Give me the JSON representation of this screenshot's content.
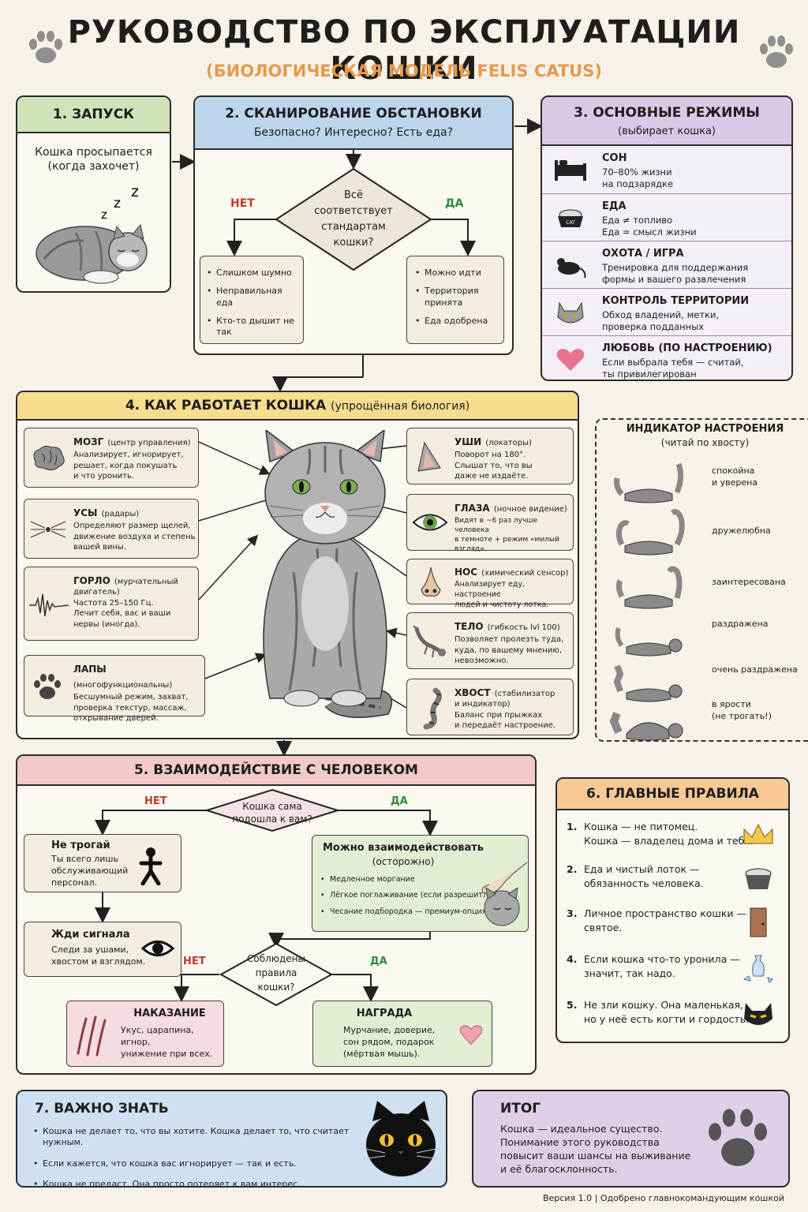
{
  "title": "РУКОВОДСТВО ПО ЭКСПЛУАТАЦИИ КОШКИ",
  "subtitle": "(БИОЛОГИЧЕСКАЯ МОДЕЛЬ FELIS CATUS)",
  "s1": {
    "title": "1. ЗАПУСК",
    "text1": "Кошка просыпается",
    "text2": "(когда захочет)",
    "z": "z"
  },
  "s2": {
    "title": "2. СКАНИРОВАНИЕ ОБСТАНОВКИ",
    "subtitle": "Безопасно? Интересно? Есть еда?",
    "decision": [
      "Всё",
      "соответствует",
      "стандартам",
      "кошки?"
    ],
    "no": "НЕТ",
    "yes": "ДА",
    "no_items": [
      "Слишком шумно",
      "Неправильная еда",
      "Кто-то дышит не так"
    ],
    "yes_items": [
      "Можно идти",
      "Территория принята",
      "Еда одобрена"
    ]
  },
  "s3": {
    "title": "3. ОСНОВНЫЕ РЕЖИМЫ",
    "subtitle": "(выбирает кошка)",
    "modes": [
      {
        "title": "СОН",
        "l1": "70–80% жизни",
        "l2": "на подзарядке",
        "icon": "bed-icon"
      },
      {
        "title": "ЕДА",
        "l1": "Еда ≠ топливо",
        "l2": "Еда = смысл жизни",
        "icon": "food-bowl-icon"
      },
      {
        "title": "ОХОТА / ИГРА",
        "l1": "Тренировка для поддержания",
        "l2": "формы и вашего развлечения",
        "icon": "mouse-icon"
      },
      {
        "title": "КОНТРОЛЬ ТЕРРИТОРИИ",
        "l1": "Обход владений, метки,",
        "l2": "проверка подданных",
        "icon": "cat-face-icon"
      },
      {
        "title": "ЛЮБОВЬ (ПО НАСТРОЕНИЮ)",
        "l1": "Если выбрала тебя — считай,",
        "l2": "ты привилегирован",
        "icon": "heart-icon"
      }
    ]
  },
  "s4": {
    "title": "4. КАК РАБОТАЕТ КОШКА",
    "title_note": "(упрощённая биология)",
    "left": [
      {
        "name": "МОЗГ",
        "note": "(центр управления)",
        "lines": [
          "Анализирует, игнорирует,",
          "решает, когда покушать",
          "и что уронить."
        ]
      },
      {
        "name": "УСЫ",
        "note": "(радары)",
        "lines": [
          "Определяют размер щелей,",
          "движение воздуха и степень",
          "вашей вины."
        ]
      },
      {
        "name": "ГОРЛО",
        "note": "(мурчательный",
        "note2": "двигатель)",
        "lines": [
          "Частота 25–150 Гц.",
          "Лечит себя, вас и ваши",
          "нервы (иногда)."
        ]
      },
      {
        "name": "ЛАПЫ",
        "note": "(многофункциональны)",
        "lines": [
          "Бесшумный режим, захват,",
          "проверка текстур, массаж,",
          "открывание дверей."
        ]
      }
    ],
    "right": [
      {
        "name": "УШИ",
        "note": "(локаторы)",
        "lines": [
          "Поворот на 180°.",
          "Слышат то, что вы",
          "даже не издаёте."
        ]
      },
      {
        "name": "ГЛАЗА",
        "note": "(ночное видение)",
        "lines": [
          "Видят в ~6 раз лучше человека",
          "в темноте + режим «милый",
          "взгляд»."
        ]
      },
      {
        "name": "НОС",
        "note": "(химический сенсор)",
        "lines": [
          "Анализирует еду, настроение",
          "людей и чистоту лотка."
        ]
      },
      {
        "name": "ТЕЛО",
        "note": "(гибкость lvl 100)",
        "lines": [
          "Позволяет пролезть туда,",
          "куда, по вашему мнению,",
          "невозможно."
        ]
      },
      {
        "name": "ХВОСТ",
        "note": "(стабилизатор",
        "note2": "и индикатор)",
        "lines": [
          "Баланс при прыжках",
          "и передаёт настроение."
        ]
      }
    ]
  },
  "mood": {
    "title": "ИНДИКАТОР НАСТРОЕНИЯ",
    "subtitle": "(читай по хвосту)",
    "states": [
      {
        "l1": "спокойна",
        "l2": "и уверена"
      },
      {
        "l1": "дружелюбна",
        "l2": ""
      },
      {
        "l1": "заинтересована",
        "l2": ""
      },
      {
        "l1": "раздражена",
        "l2": ""
      },
      {
        "l1": "очень раздражена",
        "l2": ""
      },
      {
        "l1": "в ярости",
        "l2": "(не трогать!)"
      }
    ]
  },
  "s5": {
    "title": "5. ВЗАИМОДЕЙСТВИЕ С ЧЕЛОВЕКОМ",
    "q1": [
      "Кошка сама",
      "подошла к вам?"
    ],
    "no": "НЕТ",
    "yes": "ДА",
    "dont_touch": {
      "title": "Не трогай",
      "lines": [
        "Ты всего лишь",
        "обслуживающий",
        "персонал."
      ]
    },
    "wait": {
      "title": "Жди сигнала",
      "lines": [
        "Следи за ушами,",
        "хвостом и взглядом."
      ]
    },
    "can": {
      "title": "Можно взаимодействовать",
      "note": "(осторожно)",
      "items": [
        "Медленное моргание",
        "Лёгкое поглаживание (если разрешит)",
        "Чесание подбородка — премиум-опция"
      ]
    },
    "q2": [
      "Соблюдены",
      "правила",
      "кошки?"
    ],
    "punish": {
      "title": "НАКАЗАНИЕ",
      "lines": [
        "Укус, царапина, игнор,",
        "унижение при всех."
      ]
    },
    "reward": {
      "title": "НАГРАДА",
      "lines": [
        "Мурчание, доверие,",
        "сон рядом, подарок",
        "(мёртвая мышь)."
      ]
    }
  },
  "s6": {
    "title": "6. ГЛАВНЫЕ ПРАВИЛА",
    "rules": [
      {
        "n": "1.",
        "l1": "Кошка — не питомец.",
        "l2": "Кошка — владелец дома и тебя."
      },
      {
        "n": "2.",
        "l1": "Еда и чистый лоток —",
        "l2": "обязанность человека."
      },
      {
        "n": "3.",
        "l1": "Личное пространство кошки —",
        "l2": "святое."
      },
      {
        "n": "4.",
        "l1": "Если кошка что-то уронила —",
        "l2": "значит, так надо."
      },
      {
        "n": "5.",
        "l1": "Не зли кошку. Она маленькая,",
        "l2": "но у неё есть когти и гордость."
      }
    ]
  },
  "s7": {
    "title": "7. ВАЖНО ЗНАТЬ",
    "items": [
      "Кошка не делает то, что вы хотите. Кошка делает то, что считает нужным.",
      "Если кажется, что кошка вас игнорирует — так и есть.",
      "Кошка не предаст. Она просто потеряет к вам интерес."
    ]
  },
  "summary": {
    "title": "ИТОГ",
    "lines": [
      "Кошка — идеальное существо.",
      "Понимание этого руководства",
      "повысит ваши шансы на выживание",
      "и её благосклонность."
    ]
  },
  "footer": "Версия 1.0  |  Одобрено главнокомандующим кошкой",
  "colors": {
    "green": "#cfe3b8",
    "blue": "#bcd5ea",
    "purple": "#d9c9e4",
    "yellow": "#f6dd8e",
    "pink": "#f2c9c9",
    "orange": "#f6c995",
    "accent_title": "#e69a4c",
    "no": "#c0392b",
    "yes": "#2e8b3a"
  }
}
